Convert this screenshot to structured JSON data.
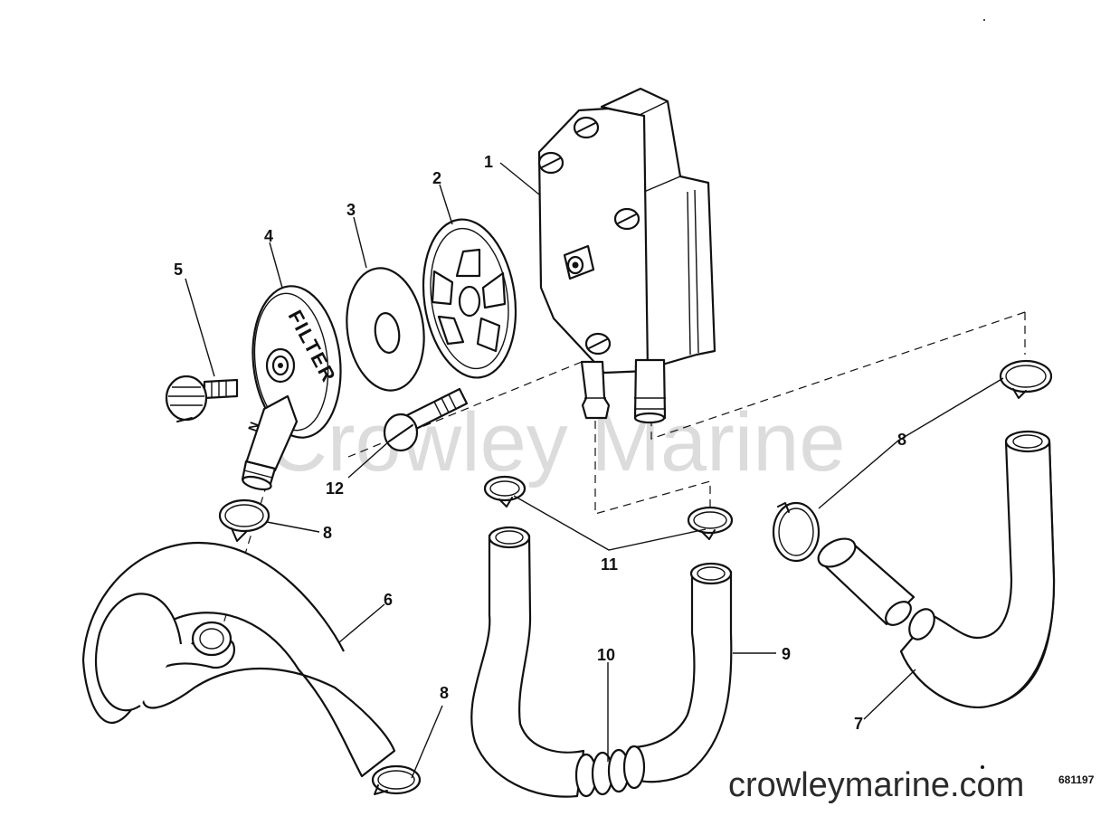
{
  "diagram": {
    "callouts": {
      "c1": "1",
      "c2": "2",
      "c3": "3",
      "c4": "4",
      "c5": "5",
      "c6": "6",
      "c7": "7",
      "c8a": "8",
      "c8b": "8",
      "c8c": "8",
      "c9": "9",
      "c10": "10",
      "c11": "11",
      "c12": "12"
    },
    "filter_label": "FILTER",
    "filter_mark": "N",
    "watermark": "Crowley Marine",
    "footer_site": "crowleymarine.com",
    "figure_number": "681197"
  },
  "colors": {
    "ink": "#111111",
    "paper": "#ffffff",
    "watermark": "#d9d9d9"
  }
}
